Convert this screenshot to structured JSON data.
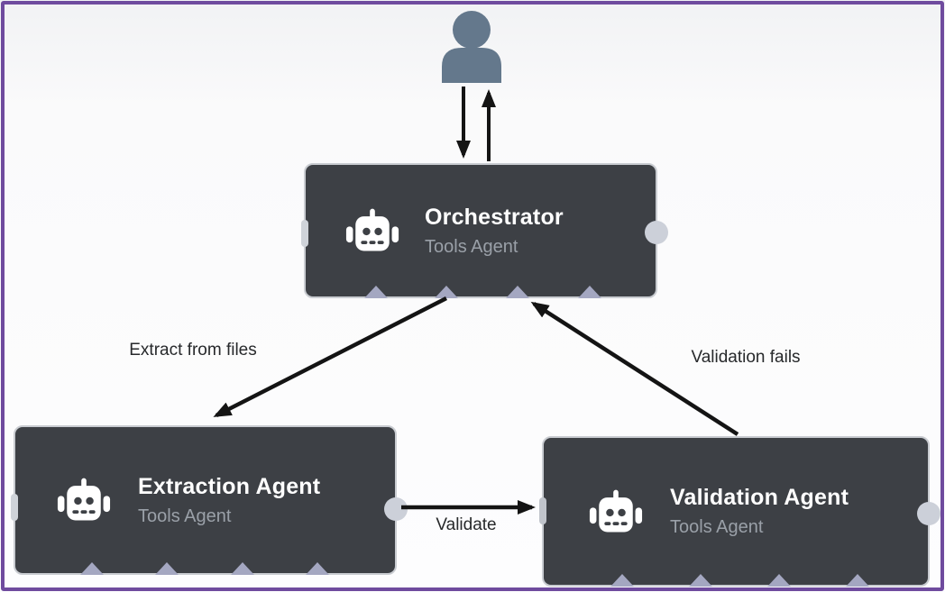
{
  "diagram": {
    "description": "Agent orchestration workflow",
    "person": {
      "name": "user"
    },
    "nodes": [
      {
        "id": "orchestrator",
        "title": "Orchestrator",
        "subtitle": "Tools Agent"
      },
      {
        "id": "extraction-agent",
        "title": "Extraction Agent",
        "subtitle": "Tools Agent"
      },
      {
        "id": "validation-agent",
        "title": "Validation Agent",
        "subtitle": "Tools Agent"
      }
    ],
    "edges": [
      {
        "id": "user-to-orchestrator",
        "label": ""
      },
      {
        "id": "orchestrator-to-user",
        "label": ""
      },
      {
        "id": "orchestrator-to-extraction",
        "label": "Extract from files"
      },
      {
        "id": "validation-to-orchestrator",
        "label": "Validation fails"
      },
      {
        "id": "extraction-to-validation",
        "label": "Validate"
      }
    ],
    "colors": {
      "node_background": "#3d4045",
      "node_border": "#c9ccd1",
      "node_title": "#ffffff",
      "node_subtitle": "#9aa0a8",
      "tool_connector": "#a4a7c1",
      "io_handle": "#ccd0d9",
      "arrow": "#141414",
      "person": "#64788c",
      "frame_border": "#6f4b9e",
      "label_text": "#27292b"
    }
  }
}
